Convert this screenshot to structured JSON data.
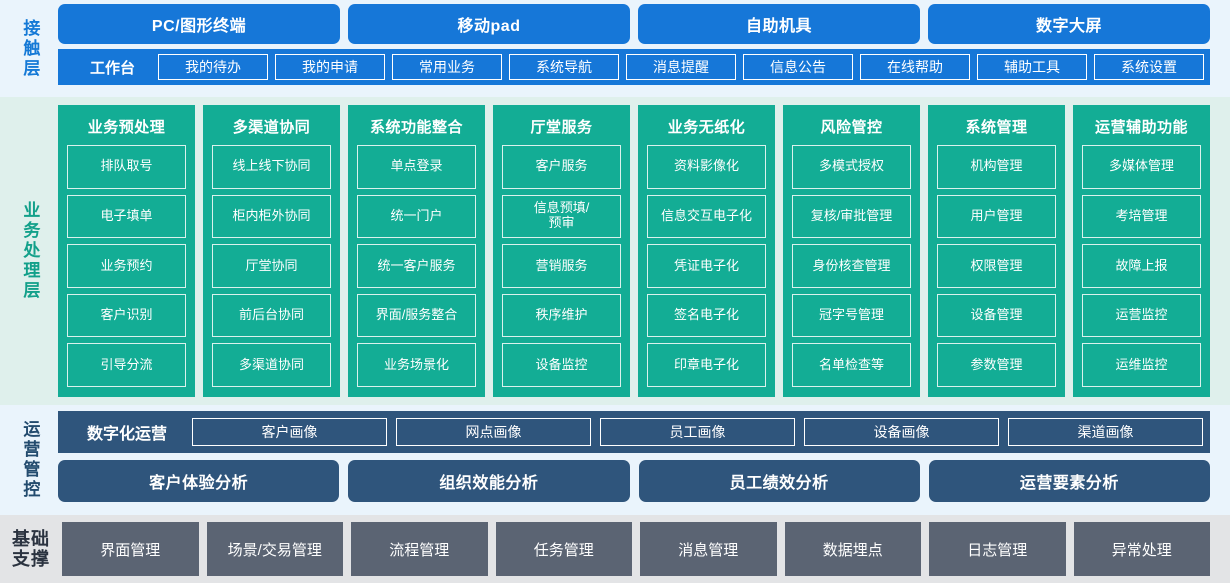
{
  "contact_layer": {
    "label": "接触层",
    "channels": [
      "PC/图形终端",
      "移动pad",
      "自助机具",
      "数字大屏"
    ],
    "workbench_label": "工作台",
    "nav_items": [
      "我的待办",
      "我的申请",
      "常用业务",
      "系统导航",
      "消息提醒",
      "信息公告",
      "在线帮助",
      "辅助工具",
      "系统设置"
    ]
  },
  "business_layer": {
    "label": "业务处理层",
    "columns": [
      {
        "title": "业务预处理",
        "items": [
          "排队取号",
          "电子填单",
          "业务预约",
          "客户识别",
          "引导分流"
        ]
      },
      {
        "title": "多渠道协同",
        "items": [
          "线上线下协同",
          "柜内柜外协同",
          "厅堂协同",
          "前后台协同",
          "多渠道协同"
        ]
      },
      {
        "title": "系统功能整合",
        "items": [
          "单点登录",
          "统一门户",
          "统一客户服务",
          "界面/服务整合",
          "业务场景化"
        ]
      },
      {
        "title": "厅堂服务",
        "items": [
          "客户服务",
          "信息预填/\n预审",
          "营销服务",
          "秩序维护",
          "设备监控"
        ]
      },
      {
        "title": "业务无纸化",
        "items": [
          "资料影像化",
          "信息交互电子化",
          "凭证电子化",
          "签名电子化",
          "印章电子化"
        ]
      },
      {
        "title": "风险管控",
        "items": [
          "多模式授权",
          "复核/审批管理",
          "身份核查管理",
          "冠字号管理",
          "名单检查等"
        ]
      },
      {
        "title": "系统管理",
        "items": [
          "机构管理",
          "用户管理",
          "权限管理",
          "设备管理",
          "参数管理"
        ]
      },
      {
        "title": "运营辅助功能",
        "items": [
          "多媒体管理",
          "考培管理",
          "故障上报",
          "运营监控",
          "运维监控"
        ]
      }
    ]
  },
  "ops_layer": {
    "label": "运营管控",
    "digital_ops_title": "数字化运营",
    "portrait_items": [
      "客户画像",
      "网点画像",
      "员工画像",
      "设备画像",
      "渠道画像"
    ],
    "analysis_items": [
      "客户体验分析",
      "组织效能分析",
      "员工绩效分析",
      "运营要素分析"
    ]
  },
  "base_layer": {
    "label_line1": "基础",
    "label_line2": "支撑",
    "items": [
      "界面管理",
      "场景/交易管理",
      "流程管理",
      "任务管理",
      "消息管理",
      "数据埋点",
      "日志管理",
      "异常处理"
    ]
  },
  "colors": {
    "contact_bg": "#eaf4fc",
    "contact_accent": "#1677d8",
    "business_bg": "#dff0ec",
    "business_accent": "#13ad95",
    "ops_bg": "#eaf4fc",
    "ops_accent": "#2f557c",
    "base_bg": "#e3e4e6",
    "base_accent": "#5b6473"
  }
}
